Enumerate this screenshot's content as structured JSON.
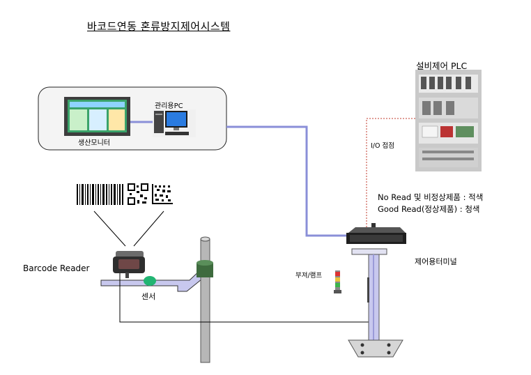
{
  "title": "바코드연동  혼류방지제어시스템",
  "plc": {
    "label": "설비제어 PLC"
  },
  "io": {
    "label": "I/O 접점"
  },
  "admin_pc": {
    "label": "관리용PC"
  },
  "production_monitor": {
    "label": "생산모니터"
  },
  "status_legend": {
    "line1": "No Read 및 비정상제품 :  적색",
    "line2": "Good Read(정상제품) : 청색"
  },
  "barcode_reader": {
    "label": "Barcode Reader"
  },
  "sensor": {
    "label": "센서"
  },
  "buzzer_lamp": {
    "label": "부져/램프"
  },
  "control_terminal": {
    "label": "제어용터미널"
  },
  "icons": [
    "barcode-icon",
    "qr-code-icon",
    "data-matrix-icon",
    "desktop-pc-icon",
    "monitor-icon",
    "plc-panel-icon",
    "terminal-icon",
    "reader-icon",
    "sensor-icon",
    "tower-lamp-icon"
  ],
  "colors": {
    "network_line": "#8a8fd8",
    "io_line": "#c0392b",
    "sensor_dot": "#22b573",
    "stand": "#c8c8ee"
  }
}
